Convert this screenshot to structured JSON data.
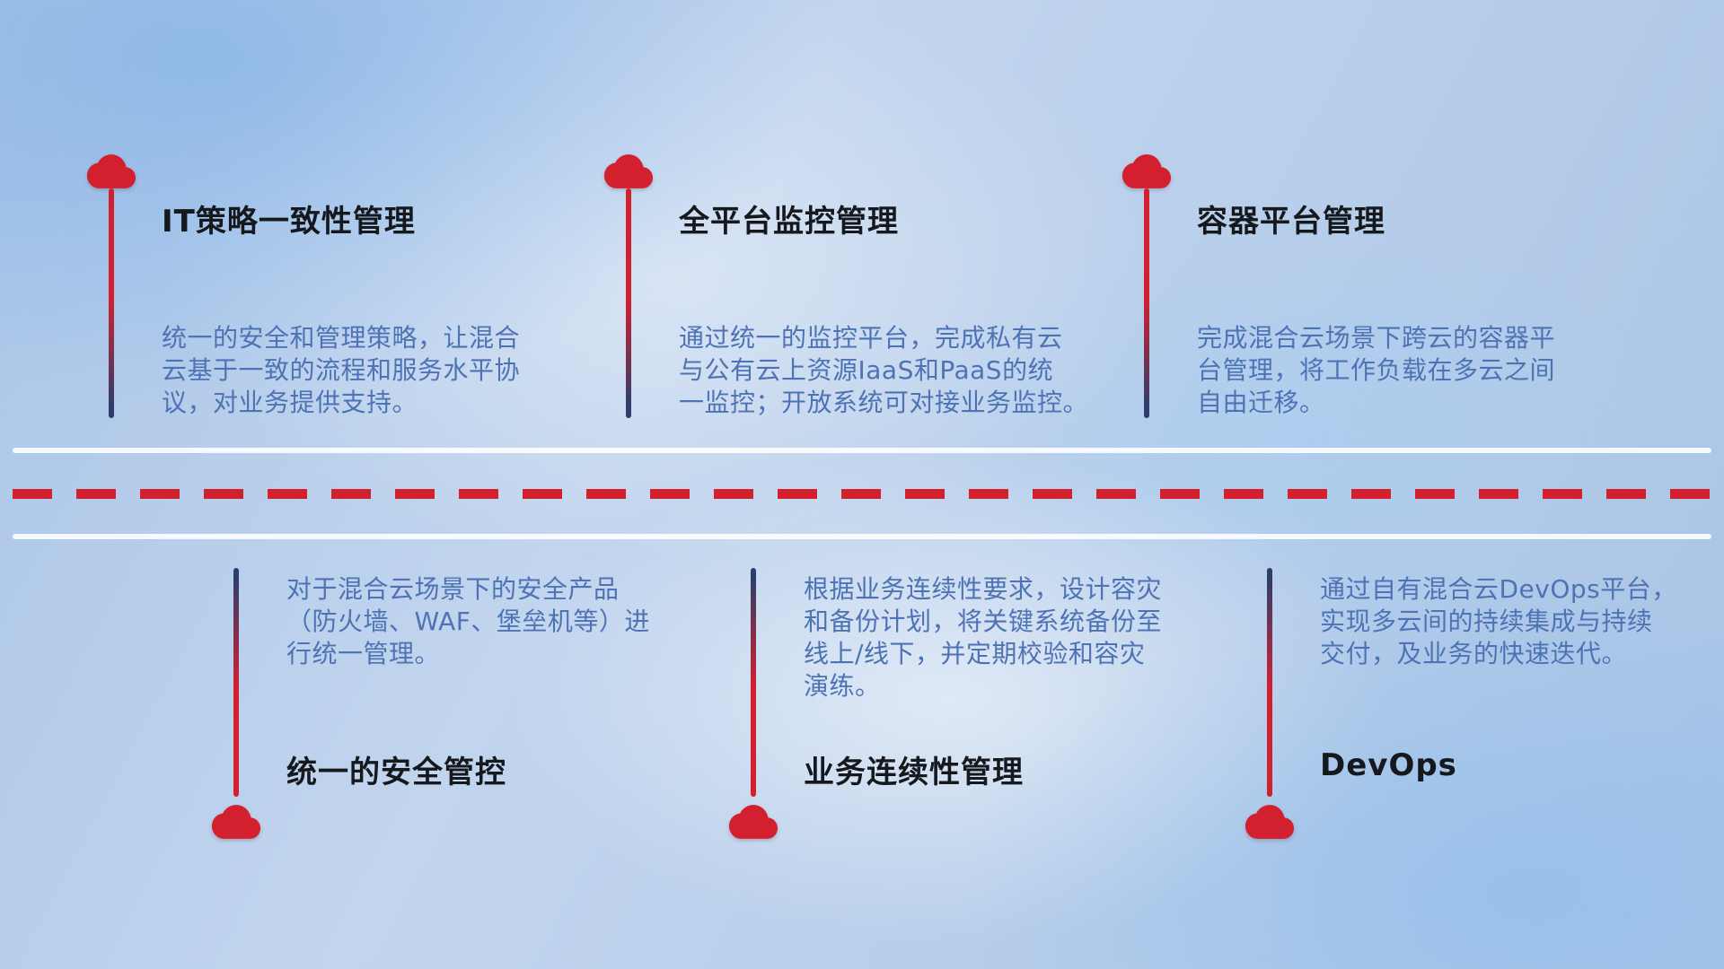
{
  "colors": {
    "red": "#d2202f",
    "navy": "#2c3e6b",
    "title": "#15181d",
    "desc": "#4e73b5"
  },
  "icons": {
    "cloud": "cloud-icon"
  },
  "top_items": [
    {
      "title": "IT策略一致性管理",
      "desc": "统一的安全和管理策略，让混合\n云基于一致的流程和服务水平协\n议，对业务提供支持。"
    },
    {
      "title": "全平台监控管理",
      "desc": "通过统一的监控平台，完成私有云\n与公有云上资源IaaS和PaaS的统\n一监控；开放系统可对接业务监控。"
    },
    {
      "title": "容器平台管理",
      "desc": "完成混合云场景下跨云的容器平\n台管理，将工作负载在多云之间\n自由迁移。"
    }
  ],
  "bottom_items": [
    {
      "title": "统一的安全管控",
      "desc": "对于混合云场景下的安全产品\n（防火墙、WAF、堡垒机等）进\n行统一管理。"
    },
    {
      "title": "业务连续性管理",
      "desc": "根据业务连续性要求，设计容灾\n和备份计划，将关键系统备份至\n线上/线下，并定期校验和容灾\n演练。"
    },
    {
      "title": "DevOps",
      "desc": "通过自有混合云DevOps平台，\n实现多云间的持续集成与持续\n交付，及业务的快速迭代。"
    }
  ]
}
